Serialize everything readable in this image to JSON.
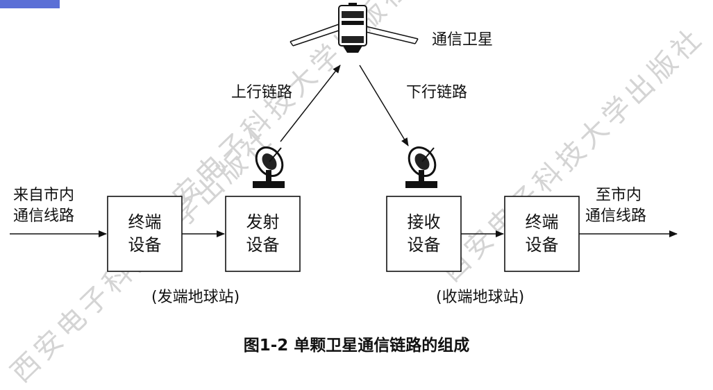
{
  "watermark": "西安电子科技大学出版社",
  "labels": {
    "satellite": "通信卫星",
    "uplink": "上行链路",
    "downlink": "下行链路",
    "input_line1": "来自市内",
    "input_line2": "通信线路",
    "output_line1": "至市内",
    "output_line2": "通信线路",
    "send_station": "(发端地球站)",
    "receive_station": "(收端地球站)"
  },
  "boxes": {
    "send_terminal": {
      "line1": "终端",
      "line2": "设备"
    },
    "transmitter": {
      "line1": "发射",
      "line2": "设备"
    },
    "receiver": {
      "line1": "接收",
      "line2": "设备"
    },
    "receive_terminal": {
      "line1": "终端",
      "line2": "设备"
    }
  },
  "caption": "图1-2 单颗卫星通信链路的组成",
  "colors": {
    "ink": "#111111",
    "watermark": "#d4d4d4",
    "corner": "#5b6fd6"
  }
}
